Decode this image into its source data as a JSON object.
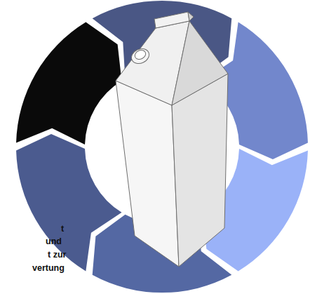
{
  "diagram": {
    "labels": [
      "t",
      "und",
      "t zur",
      "vertung"
    ]
  }
}
